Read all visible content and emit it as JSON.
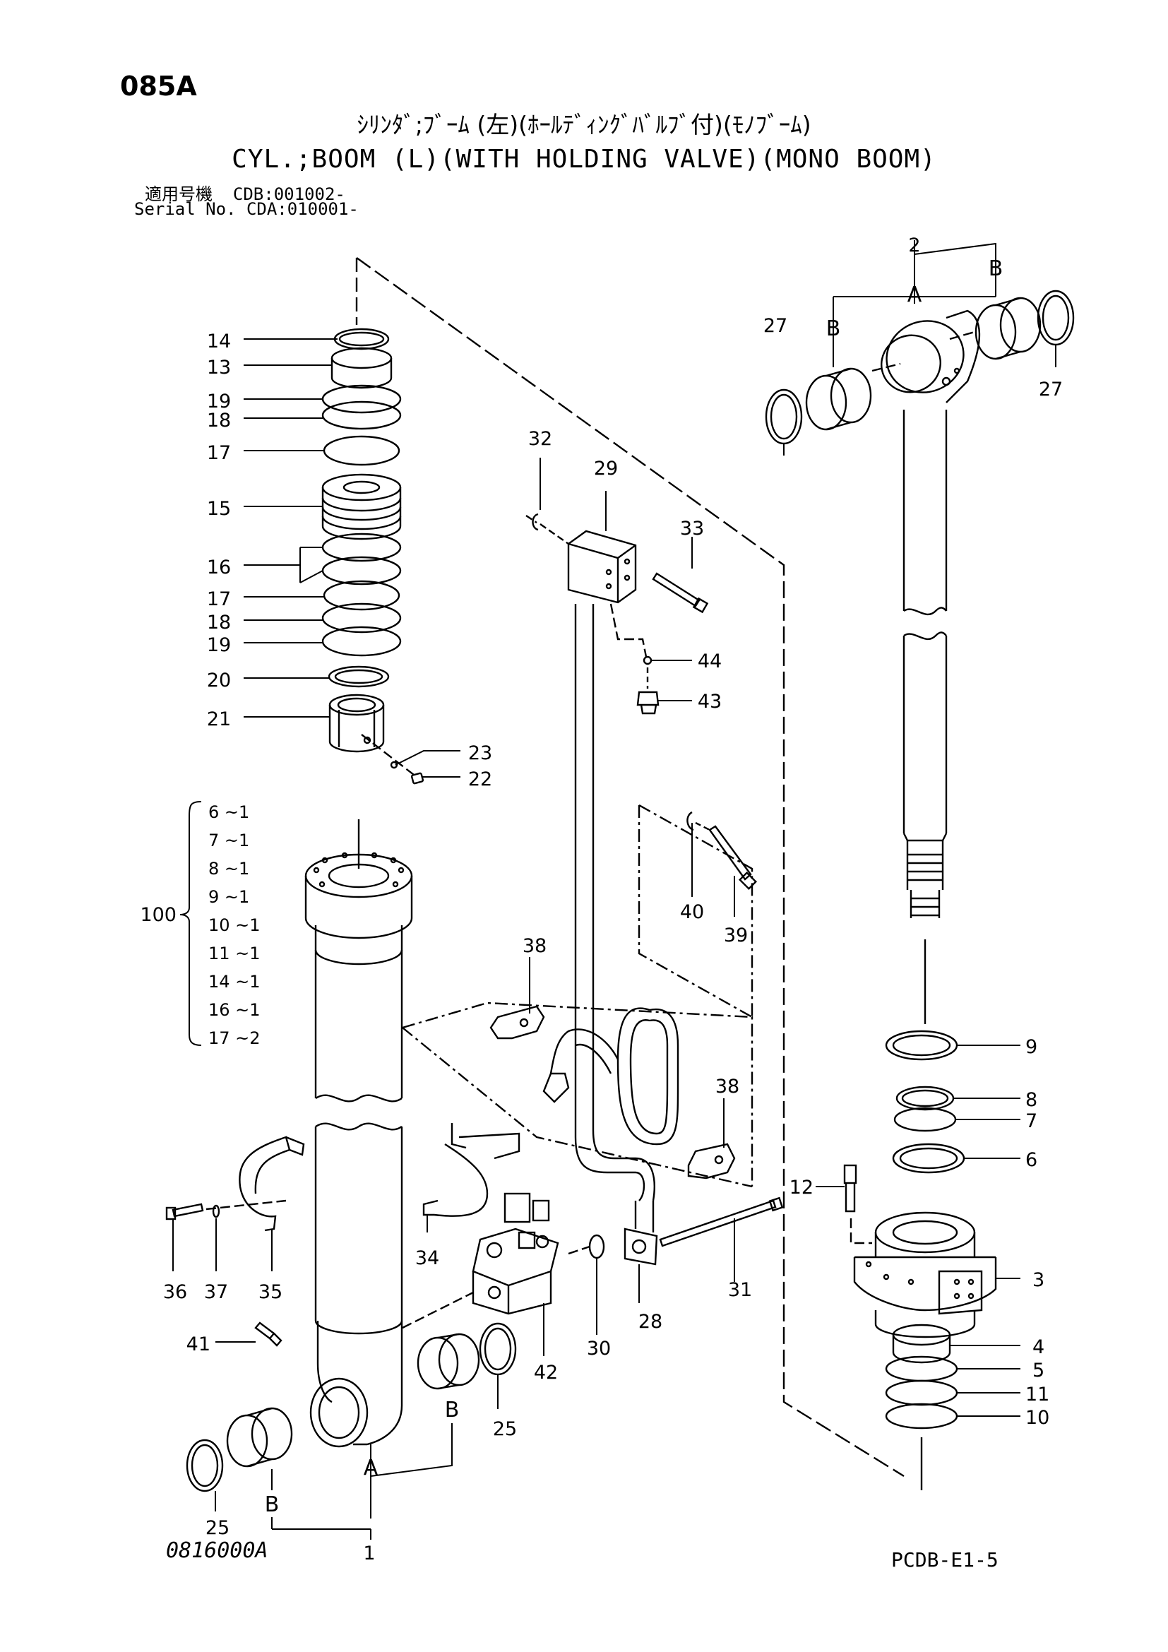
{
  "page_code": "085A",
  "title_jp": "ｼﾘﾝﾀﾞ;ﾌﾞｰﾑ (左)(ﾎｰﾙﾃﾞｨﾝｸﾞﾊﾞﾙﾌﾞ付)(ﾓﾉﾌﾞｰﾑ)",
  "title_en": "CYL.;BOOM (L)(WITH HOLDING VALVE)(MONO BOOM)",
  "serial": {
    "line1": "適用号機  CDB:001002-",
    "line2": "Serial No. CDA:010001-"
  },
  "footer": {
    "drawing_no": "0816000A",
    "page_ref": "PCDB-E1-5"
  },
  "callouts": {
    "c1": "1",
    "c2": "2",
    "c3": "3",
    "c4": "4",
    "c5": "5",
    "c6": "6",
    "c7": "7",
    "c8": "8",
    "c9": "9",
    "c10": "10",
    "c11": "11",
    "c12": "12",
    "c13": "13",
    "c14": "14",
    "c15": "15",
    "c16": "16",
    "c17a": "17",
    "c17b": "17",
    "c18a": "18",
    "c18b": "18",
    "c19a": "19",
    "c19b": "19",
    "c20": "20",
    "c21": "21",
    "c22": "22",
    "c23": "23",
    "c25a": "25",
    "c25b": "25",
    "c27a": "27",
    "c27b": "27",
    "c28": "28",
    "c29": "29",
    "c30": "30",
    "c31": "31",
    "c32": "32",
    "c33": "33",
    "c34": "34",
    "c35": "35",
    "c36": "36",
    "c37": "37",
    "c38a": "38",
    "c38b": "38",
    "c39": "39",
    "c40": "40",
    "c41": "41",
    "c42": "42",
    "c43": "43",
    "c44": "44"
  },
  "letters": {
    "A_top": "A",
    "B_top_left": "B",
    "B_top_right": "B",
    "A_bottom": "A",
    "B_bottom_left": "B",
    "B_bottom_right": "B"
  },
  "kit": {
    "number": "100",
    "items": [
      "6 ~1",
      "7 ~1",
      "8 ~1",
      "9 ~1",
      "10 ~1",
      "11 ~1",
      "14 ~1",
      "16 ~1",
      "17 ~2"
    ]
  }
}
